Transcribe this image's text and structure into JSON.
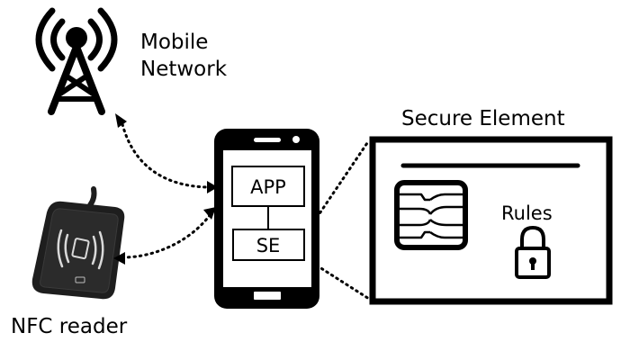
{
  "labels": {
    "mobile_network_line1": "Mobile",
    "mobile_network_line2": "Network",
    "nfc_reader": "NFC reader",
    "secure_element": "Secure Element",
    "app": "APP",
    "se": "SE",
    "rules": "Rules"
  },
  "colors": {
    "ink": "#000000",
    "background": "#ffffff",
    "reader_body": "#1e1e1e"
  },
  "icons": [
    "cell-tower-icon",
    "nfc-reader-icon",
    "smartphone-icon",
    "chip-icon",
    "padlock-icon"
  ]
}
